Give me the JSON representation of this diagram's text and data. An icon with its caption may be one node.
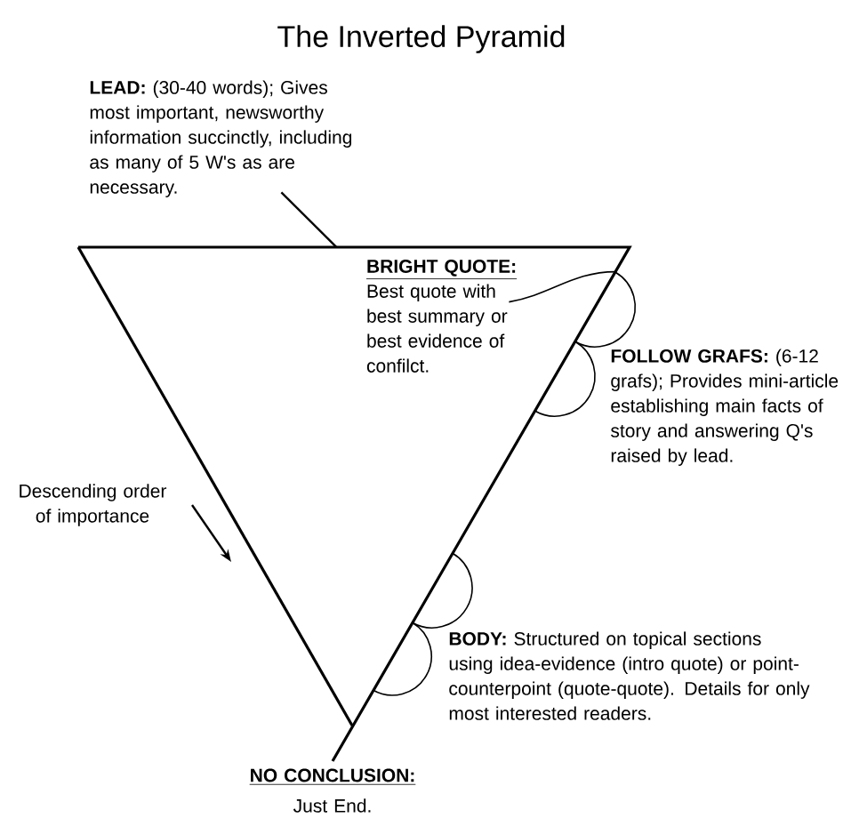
{
  "diagram": {
    "title": "The Inverted Pyramid",
    "nodes": [
      {
        "text": [
          "**LEAD:** (30-40 words); Gives most important, newsworthy information succinctly, including as many of 5 W's as are necessary."
        ]
      },
      {
        "text": [],
        "shape": "triangle"
      },
      {
        "text": [
          "BRIGHT QUOTE:",
          "Best quote with best summary or best evidence of confilct."
        ],
        "in": 1
      }
    ],
    "edges": [
      {
        "from": 0,
        "to": 1,
        "arrow": "none"
      },
      {
        "from": 2,
        "to": 1,
        "arrow": "none"
      }
    ],
    "labels": [
      "**FOLLOW GRAFS:** (6-12 grafs); Provides mini-article establishing main facts of story and answering Q's raised by lead.",
      "Descending order of importance",
      "**BODY:** Structured on topical sections using idea-evidence (intro quote) or point-counterpoint (quote-quote). Details for only most interested readers.",
      "NO CONCLUSION:",
      "Just End."
    ]
  }
}
